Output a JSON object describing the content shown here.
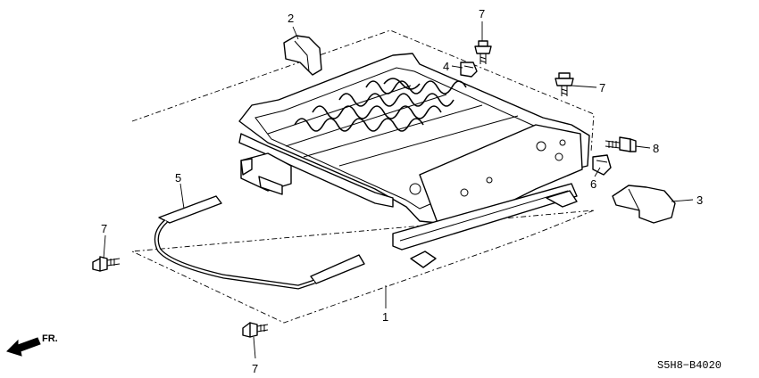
{
  "callouts": [
    {
      "id": "c1",
      "label": "1"
    },
    {
      "id": "c2",
      "label": "2"
    },
    {
      "id": "c3",
      "label": "3"
    },
    {
      "id": "c4",
      "label": "4"
    },
    {
      "id": "c5",
      "label": "5"
    },
    {
      "id": "c6",
      "label": "6"
    },
    {
      "id": "c7a",
      "label": "7"
    },
    {
      "id": "c7b",
      "label": "7"
    },
    {
      "id": "c7c",
      "label": "7"
    },
    {
      "id": "c7d",
      "label": "7"
    },
    {
      "id": "c8",
      "label": "8"
    }
  ],
  "direction_label": "FR.",
  "diagram_code": "S5H8−B4020"
}
